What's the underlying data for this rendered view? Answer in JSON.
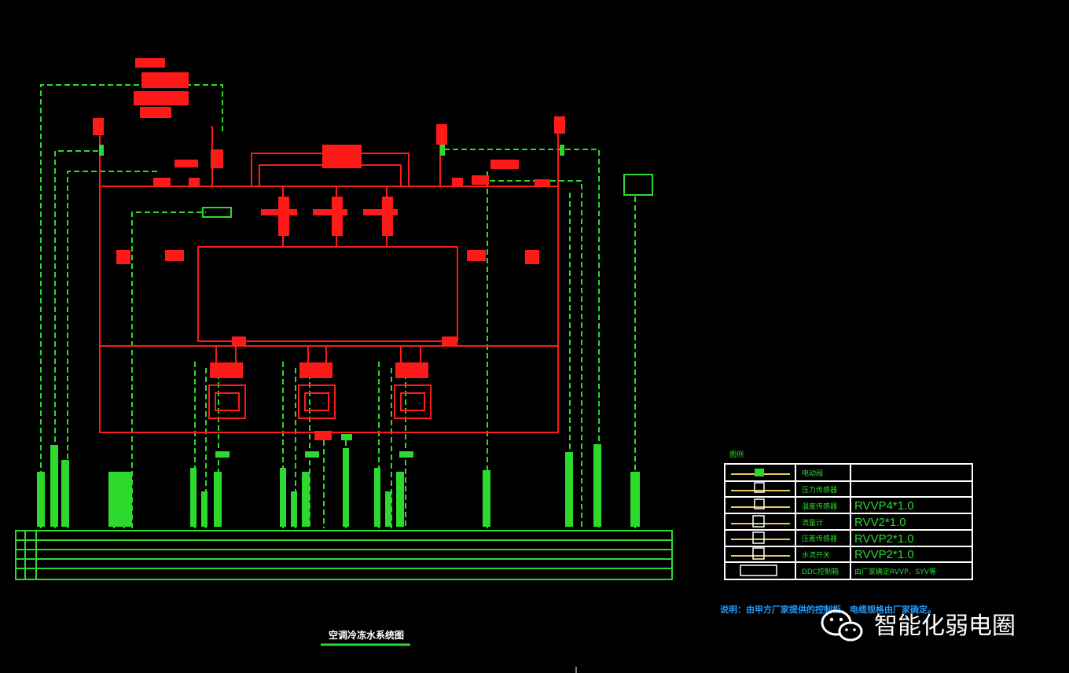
{
  "drawing": {
    "title": "空调冷冻水系统图",
    "note": "说明：由甲方厂家提供的控制柜，电缆规格由厂家确定。"
  },
  "legend": {
    "heading": "图例",
    "rows": [
      {
        "name": "电动阀",
        "spec": ""
      },
      {
        "name": "压力传感器",
        "spec": ""
      },
      {
        "name": "温度传感器",
        "spec": "RVVP4*1.0"
      },
      {
        "name": "流量计",
        "spec": "RVV2*1.0"
      },
      {
        "name": "压差传感器",
        "spec": "RVVP2*1.0"
      },
      {
        "name": "水流开关",
        "spec": "RVVP2*1.0"
      },
      {
        "name": "DDC控制箱",
        "spec": "由厂家确定RVVP、SYV等"
      }
    ]
  },
  "watermark": {
    "text": "智能化弱电圈",
    "icon": "wechat-icon"
  },
  "colors": {
    "background": "#000000",
    "pipe": "#ff1a1a",
    "control": "#2dd92d",
    "note": "#1e9bff",
    "text": "#ffffff"
  }
}
